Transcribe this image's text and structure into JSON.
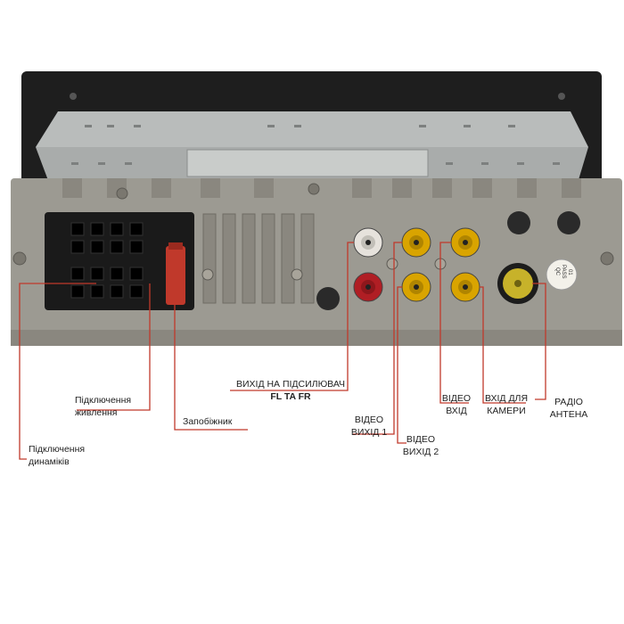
{
  "colors": {
    "faceplate": "#1e1e1e",
    "chassis": "#9c9a92",
    "chassis_dark": "#6f6c64",
    "top_cover": "#b9bcbb",
    "connector": "#1a1a1a",
    "fuse": "#c0392b",
    "rca_red": "#b01e24",
    "rca_yellow": "#d9a400",
    "rca_white": "#e6e2dc",
    "antenna": "#c7b22a",
    "leader_line": "#c0392b"
  },
  "labels": {
    "speakers": {
      "line1": "Підключення",
      "line2": "динаміків"
    },
    "power": {
      "line1": "Підключення",
      "line2": "живлення"
    },
    "fuse": {
      "line1": "Запобіжник"
    },
    "amp_out": {
      "line1": "ВИХІД НА ПІДСИЛЮВАЧ",
      "line2": "FL TA FR"
    },
    "video_out_1": {
      "line1": "ВІДЕО",
      "line2": "ВИХІД 1"
    },
    "video_out_2": {
      "line1": "ВІДЕО",
      "line2": "ВИХІД 2"
    },
    "video_in": {
      "line1": "ВІДЕО",
      "line2": "ВХІД"
    },
    "camera_in": {
      "line1": "ВХІД ДЛЯ",
      "line2": "КАМЕРИ"
    },
    "radio_antenna": {
      "line1": "РАДІО",
      "line2": "АНТЕНА"
    }
  },
  "device": {
    "qc_sticker": [
      "QC",
      "PASS",
      "01"
    ]
  }
}
